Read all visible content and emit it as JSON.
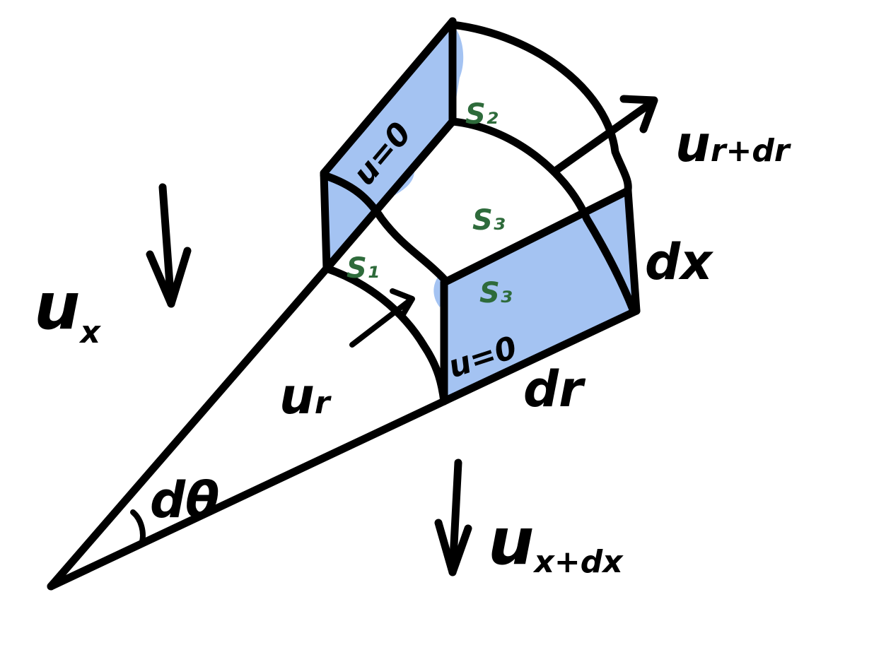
{
  "colors": {
    "ink": "#000000",
    "surface_highlight": "#a4c3f2",
    "surface_label": "#2e6b3b",
    "background": "#ffffff"
  },
  "labels": {
    "u_x": "u",
    "u_x_sub": "x",
    "u_x_dx": "u",
    "u_x_dx_sub": "x+dx",
    "u_r": "u",
    "u_r_sub": "r",
    "u_r_dr": "u",
    "u_r_dr_sub": "r+dr",
    "d_theta": "dθ",
    "dr": "dr",
    "dx": "dx",
    "u_zero_top": "u=0",
    "u_zero_front": "u=0"
  },
  "surfaces": {
    "s1": "S₁",
    "s2": "S₂",
    "s3_top": "S₃",
    "s3_front": "S₃"
  }
}
